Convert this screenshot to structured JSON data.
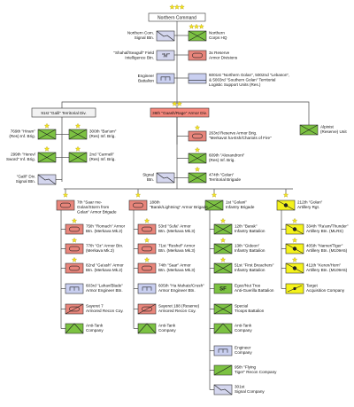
{
  "header": {
    "label": "Northern Command"
  },
  "colors": {
    "armor_fill": "#e8857b",
    "infantry_fill": "#7cc242",
    "artillery_fill": "#f4f21b",
    "support_fill": "#c9cff0",
    "signal_fill": "#d4d6ee",
    "division_hq_fill": "#f2f2f2",
    "highlight_hq_fill": "#f4877c",
    "star": "#f4e41c",
    "connector": "#4a4a4a"
  },
  "top_units": [
    {
      "label": "Northern Corps HQ",
      "type": "corps-hq"
    },
    {
      "label": "Northern Com. Signal Btn.",
      "type": "signal"
    },
    {
      "label": "\"Shahaf/Seagull\" Field Intelligence Btn.",
      "type": "intel",
      "symbol": "“M”"
    },
    {
      "label": "3x Reserve Armor Divisions",
      "type": "armor-reserve"
    },
    {
      "label": "Engineer Battalion",
      "type": "engineer"
    },
    {
      "label": "6001st \"Northern Golan\", 5002nd \"Lebanon\", & 5003rd \"Southern Golan\" Territorial Logistic Support Units (Res.)",
      "type": "logistics"
    }
  ],
  "divisions": [
    {
      "label": "91st \"Galil\" Territorial Div.",
      "type": "division"
    },
    {
      "label": "36th \"Gaash/Rage\" Armor Div.",
      "type": "division-armor"
    }
  ],
  "alpinist": {
    "label": "Alpinist (Reserve) Unit"
  },
  "galil_units": [
    {
      "label": "769th \"Hiram\" (Res) Inf. Brig."
    },
    {
      "label": "300th \"Bar'am\" (Res) Inf. Brig."
    },
    {
      "label": "299th \"Herev/ Sword\" Inf. Brig."
    },
    {
      "label": "2nd \"Carmeli\" (Res) Inf. Brig."
    },
    {
      "label": "\"Galil\" Div. Signal Btn."
    }
  ],
  "gaash_upper": [
    {
      "label": "263rd Reserve Armor Brig. \"Merkavot ha-Esh/Chariots of Fire\""
    },
    {
      "label": "609th \"Alexandroni\" (Res) Inf. Brig."
    },
    {
      "label": "Signal Btn."
    },
    {
      "label": "474th \"Golan\" Territorial Brigade"
    }
  ],
  "brigades": [
    {
      "label": "7th \"Saar me- Golan/Storm from Golan\" Armor Brigade",
      "units": [
        {
          "label": "75th \"Romach\" Armor Btn. (Merkava Mk.2)",
          "type": "armor"
        },
        {
          "label": "77th \"Oz\" Armor Btn. (Merkava Mk.2)",
          "type": "armor"
        },
        {
          "label": "82nd \"Ga'ash\" Armor Btn. (Merkava Mk.2)",
          "type": "armor"
        },
        {
          "label": "603rd \"Lahav/Blade\" Armor Engineer Btn.",
          "type": "engineer"
        },
        {
          "label": "Sayeret 7 Armored Recon Coy.",
          "type": "recon-armor"
        },
        {
          "label": "Anti-Tank Company",
          "type": "antitank"
        }
      ]
    },
    {
      "label": "188th \"Barak/Lightning\" Armor Brigade",
      "units": [
        {
          "label": "53rd \"Sufa\" Armor Btn. (Merkava Mk.3)",
          "type": "armor"
        },
        {
          "label": "71st \"Reshef\" Armor Btn. (Merkava Mk.3)",
          "type": "armor"
        },
        {
          "label": "74th \"Saar\" Armor Btn. (Merkava Mk.3)",
          "type": "armor"
        },
        {
          "label": "605th \"Ha Mahatz/Crush\" Armor Engineer Btn.",
          "type": "engineer"
        },
        {
          "label": "Sayeret 188 (Reserve) Armored Recon Coy.",
          "type": "recon-armor"
        },
        {
          "label": "Anti-Tank Company",
          "type": "antitank"
        }
      ]
    },
    {
      "label": "1st \"Golani\" Infantry Brigade",
      "units": [
        {
          "label": "12th \"Barak\" Infantry Battalion",
          "type": "infantry"
        },
        {
          "label": "13th \"Gideon\" Infantry Battalion",
          "type": "infantry"
        },
        {
          "label": "51st \"First Breachers\" Infantry Battalion",
          "type": "infantry"
        },
        {
          "label": "Egoz/Nut Tree Anti-Guerilla Battalion",
          "type": "special",
          "symbol": "SF"
        },
        {
          "label": "Special Troops Battalion",
          "type": "infantry"
        },
        {
          "label": "Anti-Tank Company",
          "type": "antitank"
        },
        {
          "label": "Engineer Company",
          "type": "engineer"
        },
        {
          "label": "95th \"Flying Tiger\" Recon Company",
          "type": "recon"
        },
        {
          "label": "301st Signal Company",
          "type": "signal"
        }
      ]
    },
    {
      "label": "212th \"Golan\" Artillery Rgt.",
      "units": [
        {
          "label": "334th \"Ra'am/Thunder\" Artillery Btn. (MLRS)",
          "type": "artillery"
        },
        {
          "label": "405th \"Namer/Tiger\" Artillery Btn. (M109A5)",
          "type": "artillery"
        },
        {
          "label": "411th \"Keren/Horn\" Artillery Btn. (M109A5)",
          "type": "artillery"
        },
        {
          "label": "Target Acquisition Company",
          "type": "target-acq"
        }
      ]
    }
  ]
}
